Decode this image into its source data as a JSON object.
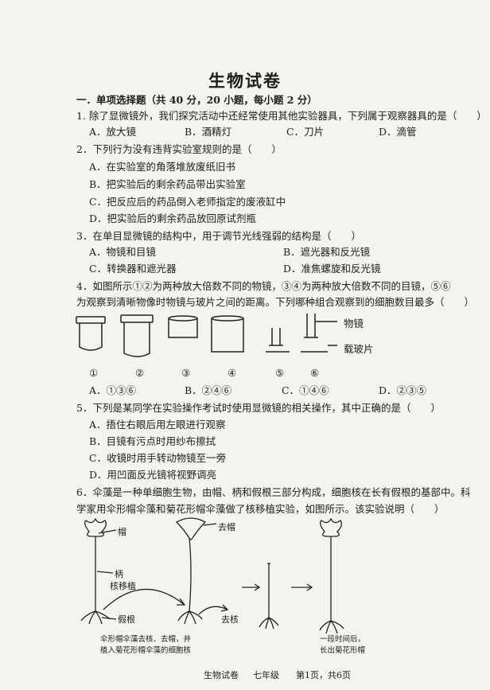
{
  "title": "生物试卷",
  "section": "一．单项选择题（共 40 分，20 小题，每小题 2 分）",
  "q1": {
    "stem": "1. 除了显微镜外，我们探究活动中还经常使用其他实验器具，下列属于观察器具的是（　　）",
    "options": [
      "A．放大镜",
      "B．酒精灯",
      "C．刀片",
      "D．滴管"
    ]
  },
  "q2": {
    "stem": "2．下列行为没有违背实验室规则的是（　　）",
    "options": [
      "A．在实验室的角落堆放废纸旧书",
      "B．把实验后的剩余药品带出实验室",
      "C．把反应后的药品倒入老师指定的废液缸中",
      "D．把实验后的剩余药品放回原试剂瓶"
    ]
  },
  "q3": {
    "stem": "3．在单目显微镜的结构中，用于调节光线强弱的结构是（　　）",
    "options": [
      "A．物镜和目镜",
      "B．遮光器和反光镜",
      "C．转换器和遮光器",
      "D．准焦螺旋和反光镜"
    ]
  },
  "q4": {
    "stem1": "4．如图所示①②为两种放大倍数不同的物镜，③④为两种放大倍数不同的目镜，⑤⑥",
    "stem2": "为观察到清晰物像时物镜与玻片之间的距离。下列哪种组合观察到的细胞数目最多（　　）",
    "fig_labels": [
      "①",
      "②",
      "③",
      "④",
      "⑤",
      "⑥"
    ],
    "label_objective": "物镜",
    "label_slide": "载玻片",
    "options": [
      "A．①③⑥",
      "B．②④⑥",
      "C．①④⑥",
      "D．②③⑤"
    ]
  },
  "q5": {
    "stem": "5．下列是某同学在实验操作考试时使用显微镜的相关操作，其中正确的是（　　）",
    "options": [
      "A．捂住右眼后用左眼进行观察",
      "B．目镜有污点时用纱布擦拭",
      "C．收镜时用手转动物镜至一旁",
      "D．用凹面反光镜将视野调亮"
    ]
  },
  "q6": {
    "stem1": "6．伞藻是一种单细胞生物，由帽、柄和假根三部分构成，细胞核在长有假根的基部中。科",
    "stem2": "学家用伞形帽伞藻和菊花形帽伞藻做了核移植实验，如图所示。该实验说明（　　）",
    "labels": {
      "cap": "帽",
      "stalk": "柄",
      "rhizoid": "假根",
      "remove_cap": "去帽",
      "transplant": "核移植",
      "remove_nucleus": "去核",
      "caption_left_1": "伞形帽伞藻去核、去帽，并",
      "caption_left_2": "植入菊花形帽伞藻的细胞核",
      "caption_right_1": "一段时间后，",
      "caption_right_2": "长出菊花形帽"
    }
  },
  "footer": {
    "subject": "生物试卷",
    "grade": "七年级",
    "page": "第1页，共6页"
  }
}
